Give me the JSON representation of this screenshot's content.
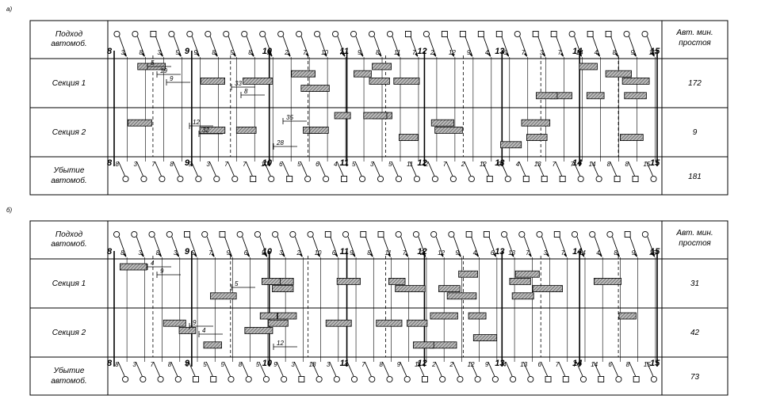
{
  "panels": [
    {
      "label": "а)",
      "row_labels": {
        "arrival": [
          "Подход",
          "автомоб."
        ],
        "section1": "Секция 1",
        "section2": "Секция 2",
        "departure": [
          "Убытие",
          "автомоб."
        ]
      },
      "right_header": [
        "Авт. мин.",
        "простоя"
      ],
      "values": {
        "section1": "172",
        "section2": "9",
        "departure": "181"
      },
      "hours": [
        "8",
        "9",
        "10",
        "11",
        "12",
        "13",
        "14",
        "15"
      ],
      "top_numbers": [
        "3",
        "8",
        "3",
        "5",
        "9",
        "8",
        "5",
        "8",
        "3",
        "2",
        "7",
        "10",
        "7",
        "9",
        "8",
        "11",
        "7",
        "2",
        "12",
        "9",
        "4",
        "6",
        "7",
        "3",
        "7",
        "14",
        "4",
        "8",
        "9",
        "15"
      ],
      "bottom_numbers": [
        "8",
        "3",
        "7",
        "8",
        "9",
        "3",
        "7",
        "7",
        "10",
        "6",
        "5",
        "6",
        "4",
        "5",
        "3",
        "5",
        "11",
        "2",
        "7",
        "2",
        "12",
        "9",
        "4",
        "13",
        "7",
        "7",
        "14",
        "8",
        "8",
        "15"
      ],
      "annotations": [
        "5",
        "12",
        "33",
        "28",
        "19",
        "32",
        "8",
        "35",
        "9"
      ]
    },
    {
      "label": "б)",
      "row_labels": {
        "arrival": [
          "Подход",
          "автомоб."
        ],
        "section1": "Секция 1",
        "section2": "Секция 2",
        "departure": [
          "Убытие",
          "автомоб."
        ]
      },
      "right_header": [
        "Авт. мин.",
        "простоя"
      ],
      "values": {
        "section1": "31",
        "section2": "42",
        "departure": "73"
      },
      "hours": [
        "8",
        "9",
        "10",
        "11",
        "12",
        "13",
        "14",
        "15"
      ],
      "top_numbers": [
        "8",
        "3",
        "8",
        "3",
        "5",
        "7",
        "9",
        "6",
        "5",
        "3",
        "2",
        "10",
        "6",
        "9",
        "8",
        "11",
        "7",
        "2",
        "12",
        "9",
        "4",
        "6",
        "13",
        "7",
        "3",
        "7",
        "14",
        "4",
        "8",
        "9",
        "15"
      ],
      "bottom_numbers": [
        "8",
        "3",
        "7",
        "8",
        "9",
        "5",
        "5",
        "8",
        "5",
        "9",
        "3",
        "18",
        "3",
        "4",
        "7",
        "8",
        "9",
        "11",
        "2",
        "2",
        "12",
        "9",
        "4",
        "13",
        "6",
        "7",
        "7",
        "14",
        "6",
        "8",
        "15"
      ],
      "annotations": [
        "4",
        "9",
        "5",
        "12",
        "9",
        "4"
      ]
    }
  ]
}
